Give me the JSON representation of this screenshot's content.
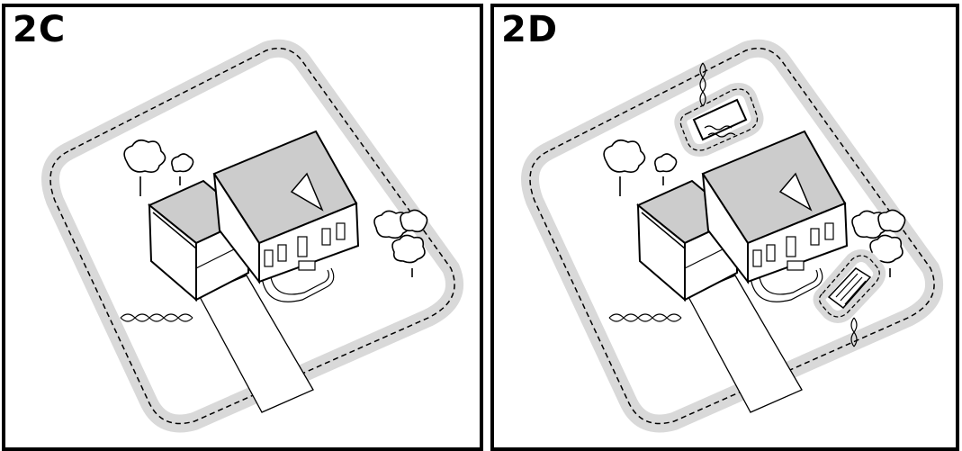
{
  "panels": [
    {
      "label": "2C",
      "features": [
        "boundary-wire",
        "house",
        "garage",
        "driveway",
        "walkway",
        "trees-left",
        "trees-right",
        "twisted-wire"
      ]
    },
    {
      "label": "2D",
      "features": [
        "boundary-wire",
        "house",
        "garage",
        "driveway",
        "walkway",
        "trees-left",
        "trees-right",
        "twisted-wire",
        "pool-island",
        "garden-island"
      ]
    }
  ],
  "colors": {
    "boundary_band": "#d9d9d9",
    "roof_shade": "#cccccc",
    "line": "#000000",
    "background": "#ffffff"
  },
  "icons": [
    "tree-icon",
    "house-icon",
    "pool-icon",
    "garden-icon"
  ]
}
